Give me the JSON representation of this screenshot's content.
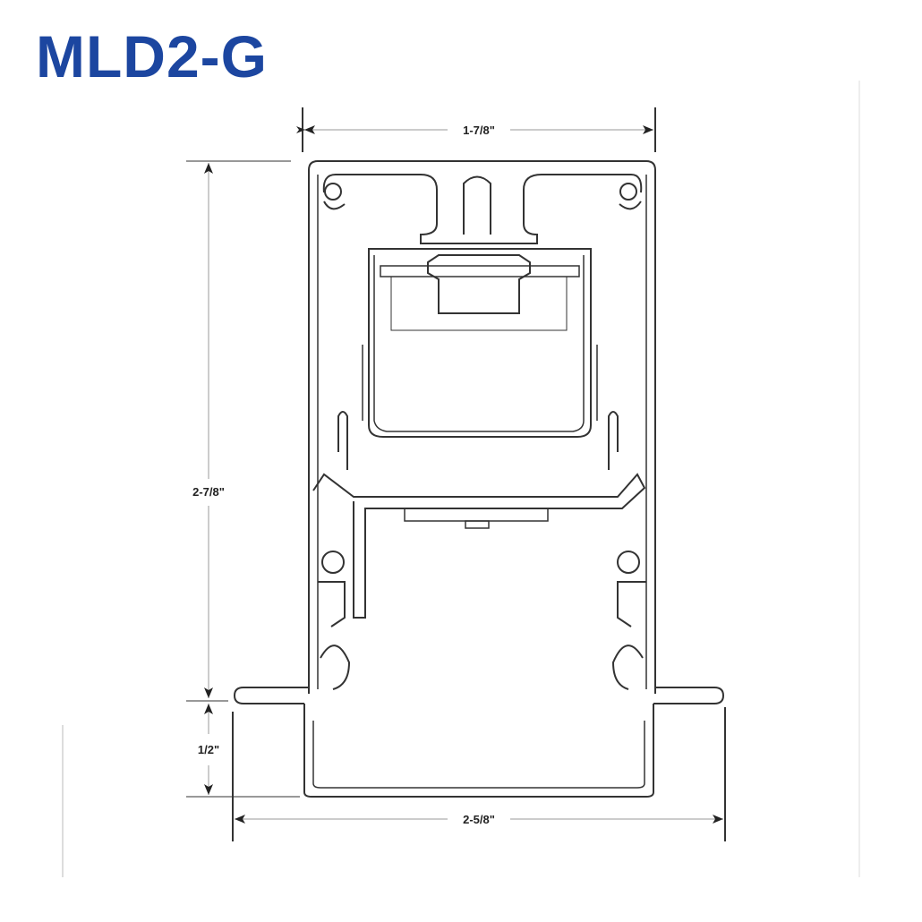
{
  "title": "MLD2-G",
  "dimensions": {
    "top_width": "1-7/8\"",
    "body_height": "2-7/8\"",
    "lens_height": "1/2\"",
    "overall_width": "2-5/8\""
  },
  "colors": {
    "title": "#1c46a0",
    "line": "#333333"
  }
}
